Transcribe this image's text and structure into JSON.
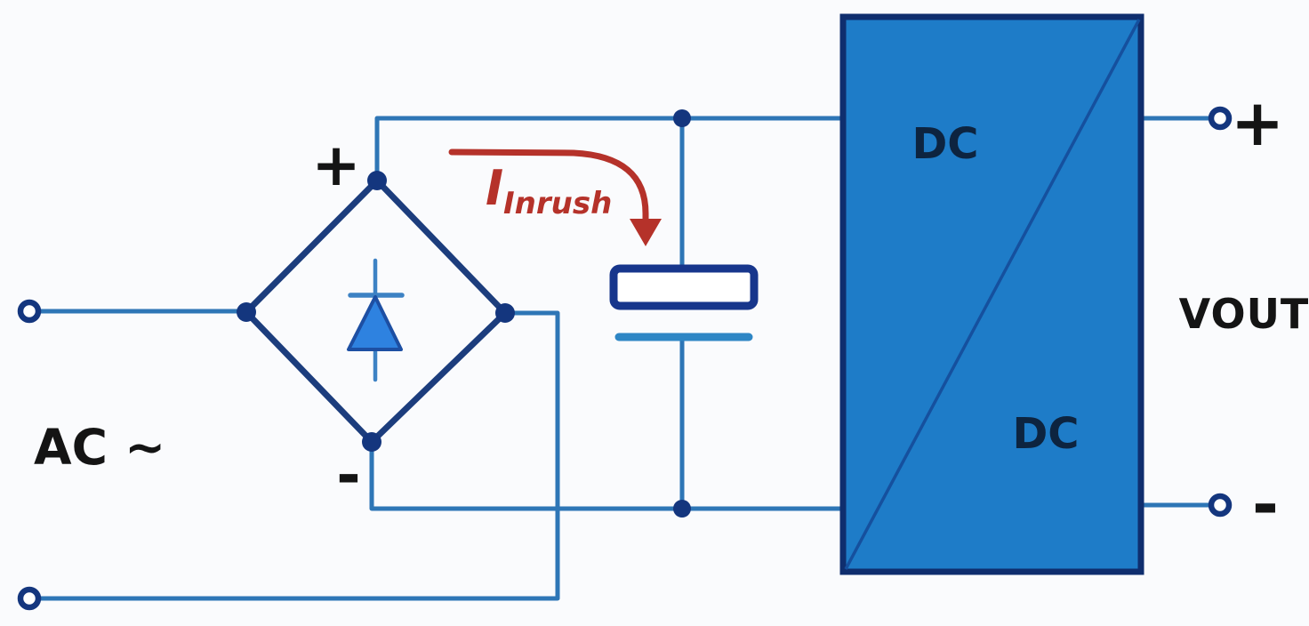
{
  "diagram": {
    "ac_input": {
      "label": "AC ~"
    },
    "bridge": {
      "positive": "+",
      "negative": "-"
    },
    "inrush": {
      "current_symbol": "I",
      "current_subscript": "Inrush"
    },
    "converter": {
      "top_label": "DC",
      "bottom_label": "DC"
    },
    "output": {
      "positive": "+",
      "negative": "-",
      "voltage_label": "VOUT"
    }
  },
  "colors": {
    "background": "#fafbfd",
    "wire": "#2e76b6",
    "bridge_outline": "#1c3d7d",
    "junction_dot": "#14367e",
    "diode_line": "#3d82c4",
    "diode_fill": "#2e82e0",
    "diode_stroke": "#1d4fa3",
    "capacitor_plate": "#17368c",
    "capacitor_plate2": "#2e86c5",
    "block_fill": "#1e7cc8",
    "block_border": "#0f2e6e",
    "block_diagonal": "#15509e",
    "block_text": "#0d2440",
    "label_text": "#141414",
    "annotation_red": "#b5322a"
  }
}
